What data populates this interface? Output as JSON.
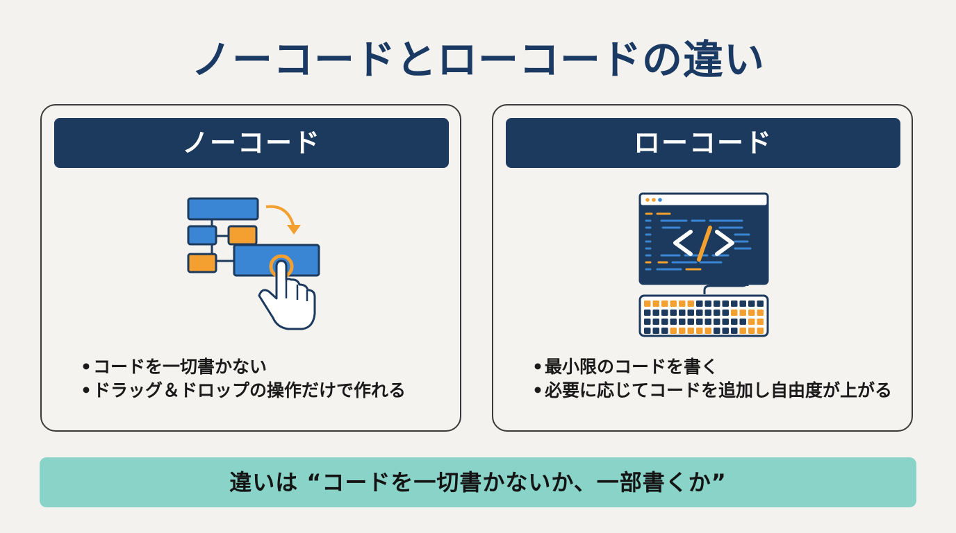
{
  "title": "ノーコードとローコードの違い",
  "cards": [
    {
      "header": "ノーコード",
      "icon": "drag-drop-flowchart-icon",
      "bullets": [
        "コードを一切書かない",
        "ドラッグ＆ドロップの操作だけで作れる"
      ]
    },
    {
      "header": "ローコード",
      "icon": "code-monitor-keyboard-icon",
      "bullets": [
        "最小限のコードを書く",
        "必要に応じてコードを追加し自由度が上がる"
      ]
    }
  ],
  "bullet_marker": "•",
  "summary": "違いは “コードを一切書かないか、一部書くか”",
  "colors": {
    "background": "#f3f2ee",
    "navy": "#1c3a5e",
    "title": "#1a3a64",
    "blue": "#3a86d4",
    "orange": "#f4a030",
    "summary_bg": "#8ad3c9"
  }
}
